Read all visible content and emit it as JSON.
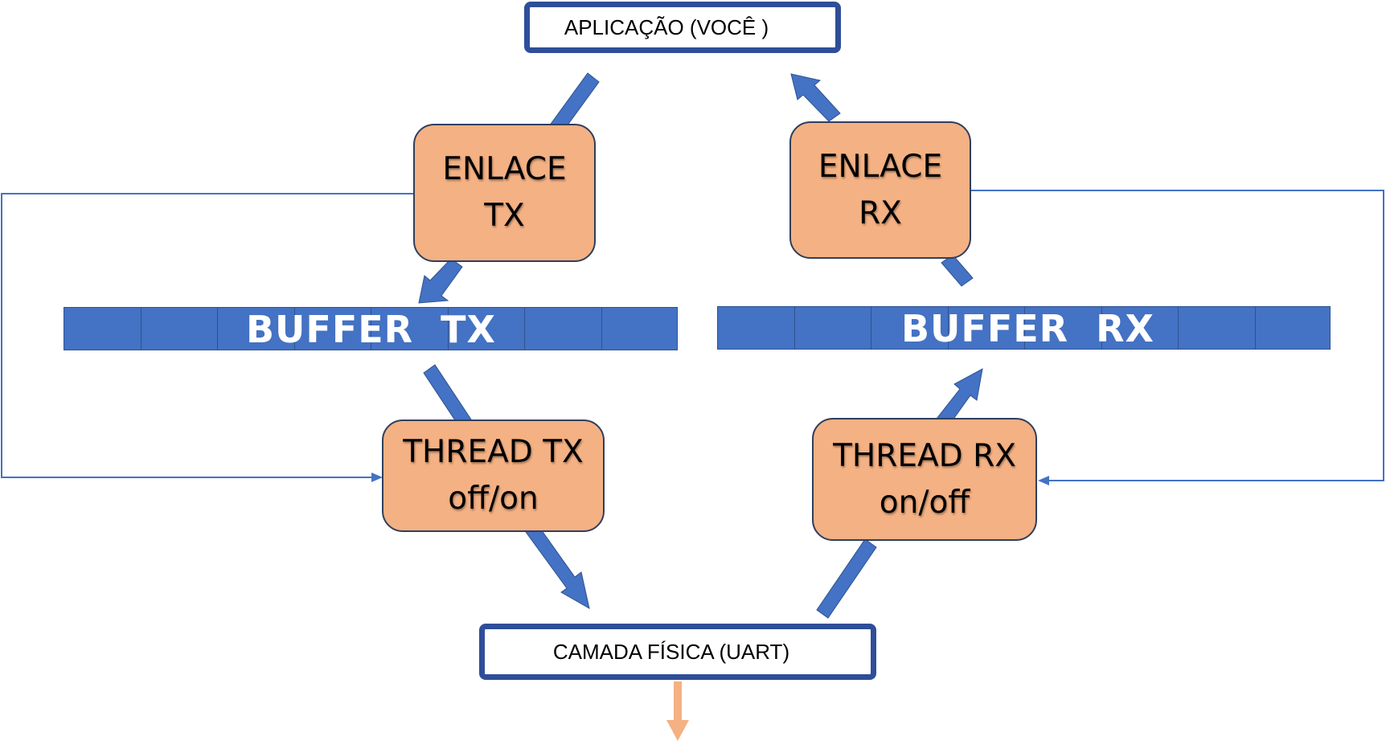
{
  "application": {
    "label": "APLICAÇÃO (VOCÊ )"
  },
  "physical_layer": {
    "label": "CAMADA FÍSICA (UART)"
  },
  "tx": {
    "link": {
      "line1": "ENLACE",
      "line2": "TX"
    },
    "buffer": {
      "label": "BUFFER  TX",
      "cells": 8
    },
    "thread": {
      "line1": "THREAD TX",
      "line2": "off/on"
    }
  },
  "rx": {
    "link": {
      "line1": "ENLACE",
      "line2": "RX"
    },
    "buffer": {
      "label": "BUFFER  RX",
      "cells": 8
    },
    "thread": {
      "line1": "THREAD RX",
      "line2": "on/off"
    }
  },
  "colors": {
    "node_fill": "#f4b183",
    "buffer_fill": "#4472c4",
    "arrow_fill": "#4472c4",
    "endpoint_border": "#2f4e99",
    "connector": "#4472c4",
    "output_arrow": "#f4b183"
  }
}
